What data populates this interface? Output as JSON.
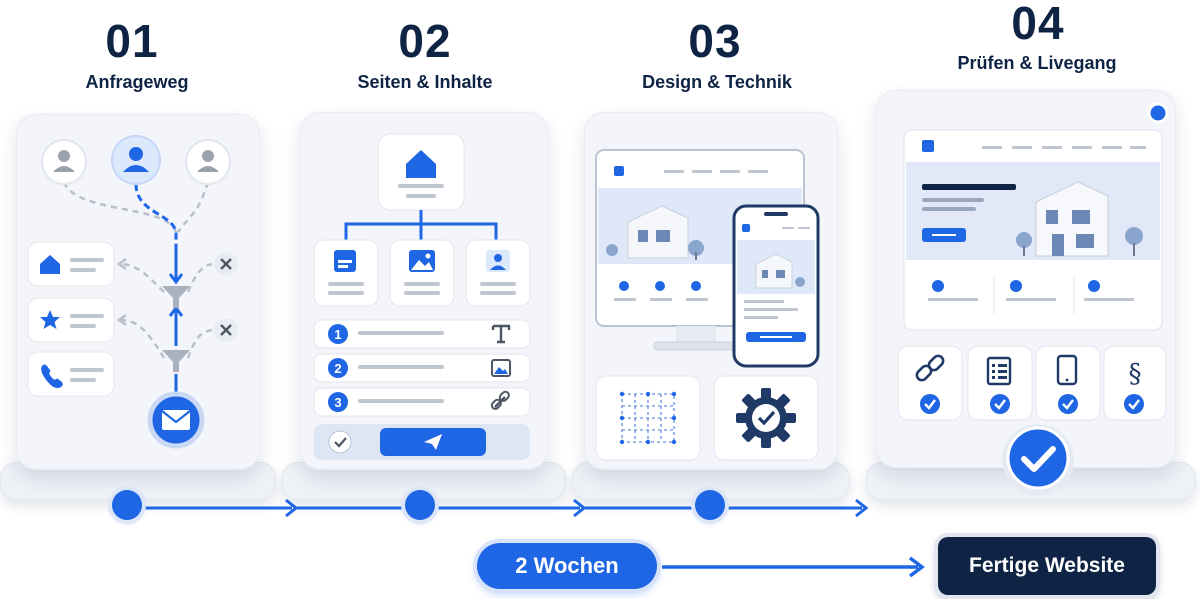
{
  "steps": [
    {
      "number": "01",
      "title": "Anfrageweg",
      "icons": [
        "user-icon",
        "user-icon",
        "user-icon",
        "home-icon",
        "star-icon",
        "phone-icon",
        "close-icon",
        "close-icon",
        "filter-icon",
        "filter-icon",
        "mail-icon"
      ]
    },
    {
      "number": "02",
      "title": "Seiten & Inhalte",
      "icons": [
        "home-icon",
        "document-icon",
        "image-icon",
        "user-icon",
        "text-icon",
        "image-icon",
        "link-icon",
        "check-icon",
        "send-icon"
      ],
      "list_numbers": [
        "1",
        "2",
        "3"
      ]
    },
    {
      "number": "03",
      "title": "Design & Technik",
      "icons": [
        "desktop-mockup",
        "phone-mockup",
        "grid-icon",
        "gear-check-icon"
      ]
    },
    {
      "number": "04",
      "title": "Prüfen & Livegang",
      "icons": [
        "link-icon",
        "checklist-icon",
        "phone-icon",
        "paragraph-icon",
        "check-icon",
        "big-check-icon"
      ]
    }
  ],
  "duration_label": "2 Wochen",
  "result_label": "Fertige Website",
  "colors": {
    "accent": "#1f66e5",
    "dark": "#0f2444",
    "card": "#f3f5fa",
    "line_gray": "#b8c0cc"
  }
}
